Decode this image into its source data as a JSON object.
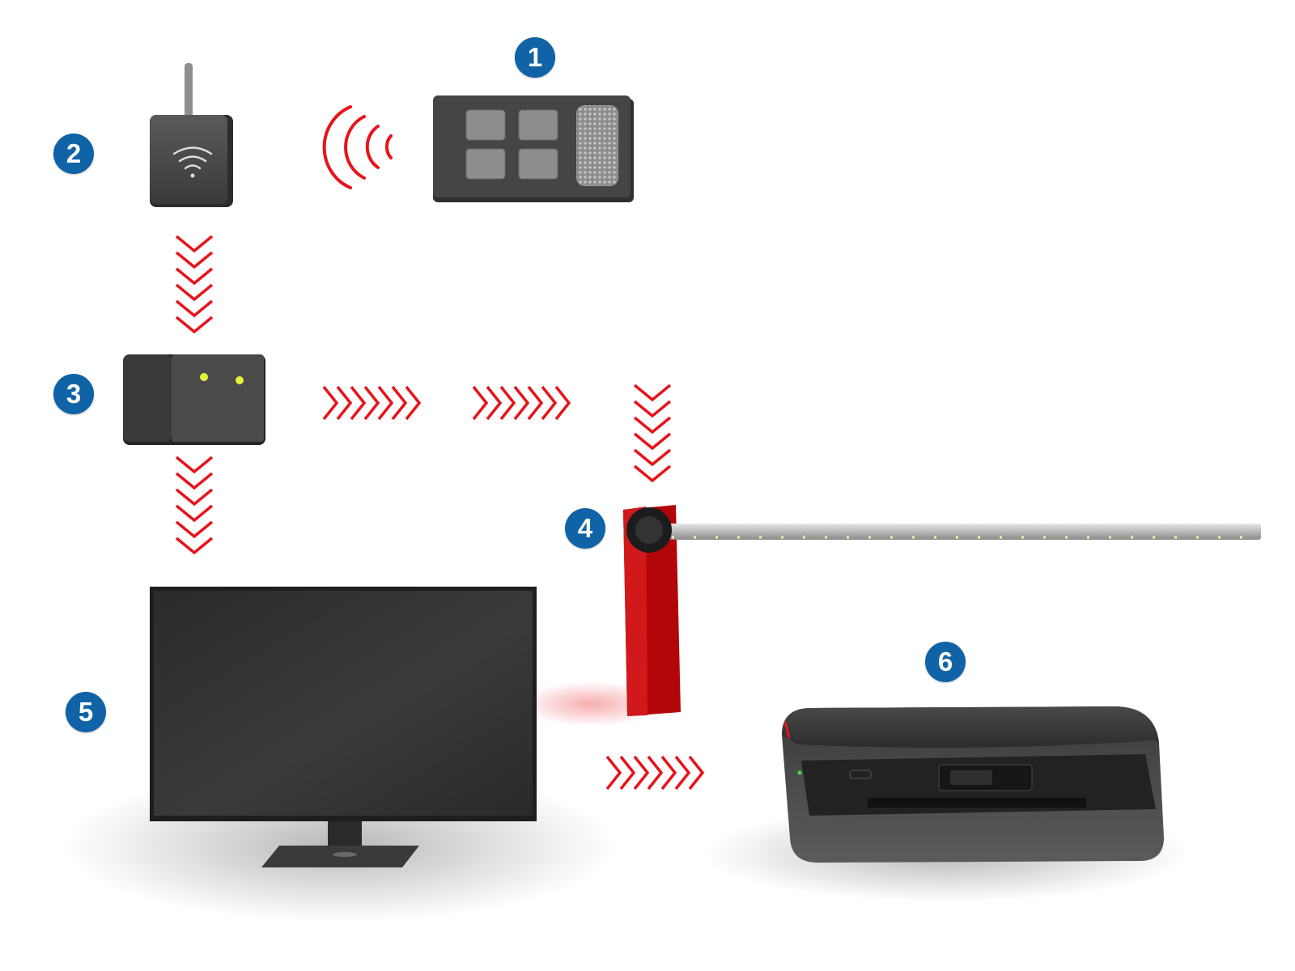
{
  "colors": {
    "badge": "#0f63a6",
    "arrow": "#e8131a",
    "device_dark": "#3c3c3c",
    "barrier_red": "#c0080d",
    "led": "#e3f23a"
  },
  "badges": [
    "1",
    "2",
    "3",
    "4",
    "5",
    "6"
  ],
  "components": {
    "keypad": {
      "icon": "keypad-remote-icon"
    },
    "receiver": {
      "icon": "wireless-receiver-icon"
    },
    "controller": {
      "icon": "controller-box-icon"
    },
    "barrier": {
      "icon": "barrier-gate-icon"
    },
    "monitor": {
      "icon": "monitor-icon"
    },
    "printer": {
      "icon": "printer-icon"
    }
  }
}
